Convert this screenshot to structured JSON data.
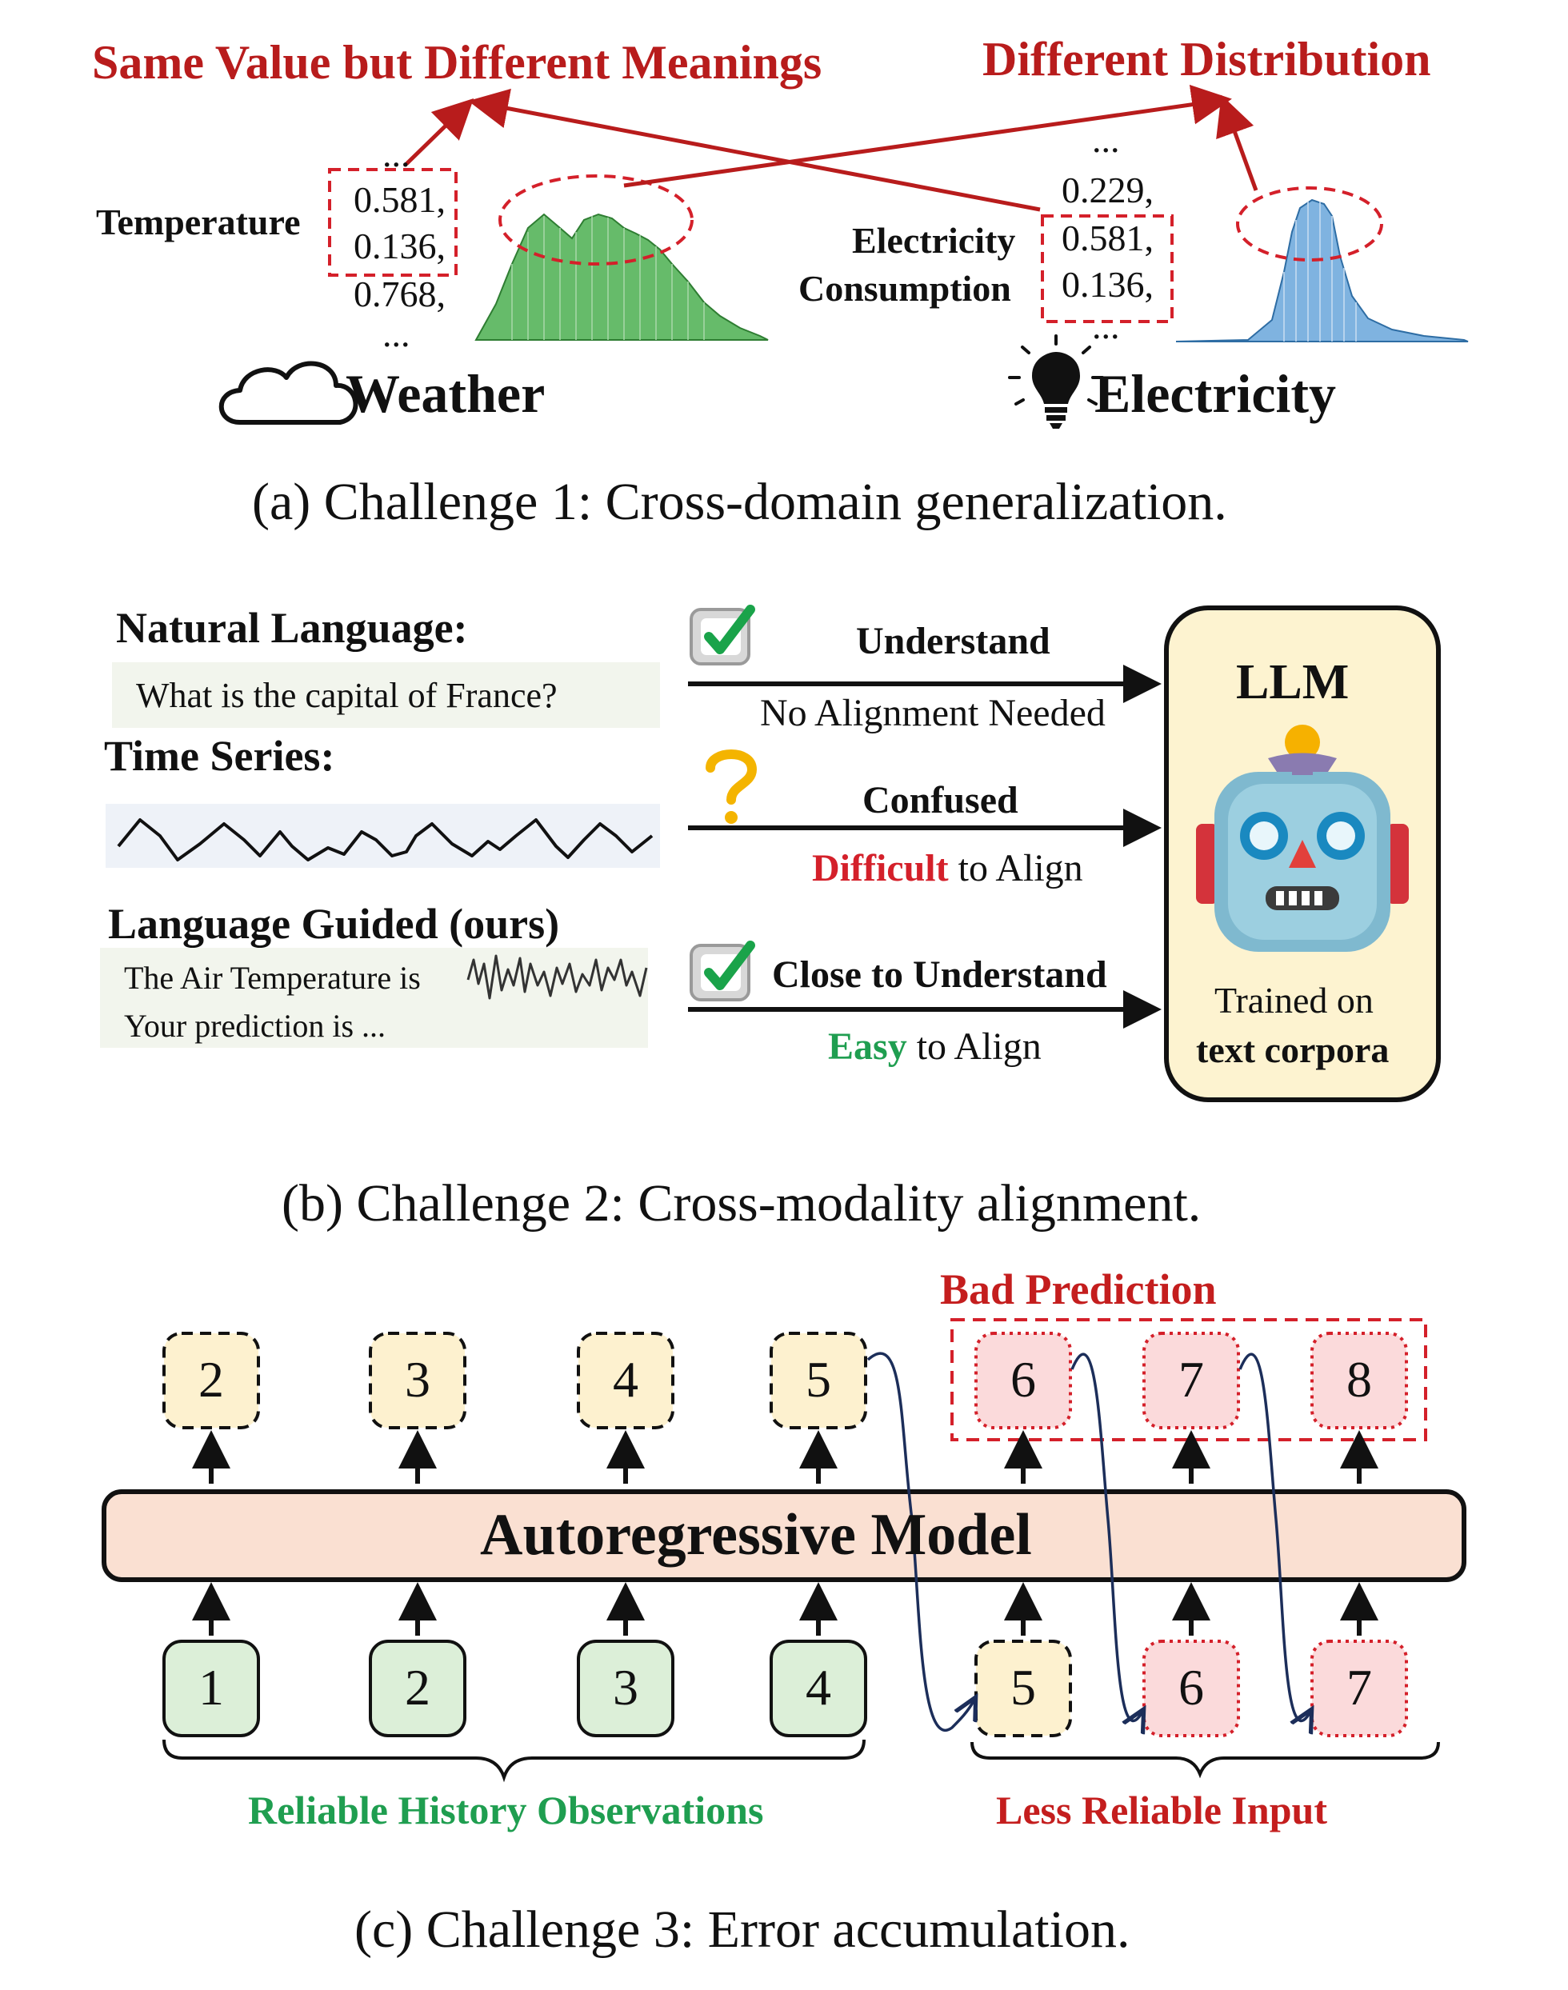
{
  "panel_a": {
    "left_title": "Same Value but Different Meanings",
    "right_title": "Different Distribution",
    "weather": {
      "label": "Temperature",
      "ellipsis_top": "...",
      "values": [
        "0.581,",
        "0.136,",
        "0.768,"
      ],
      "ellipsis_bottom": "...",
      "domain": "Weather",
      "icon": "cloud-icon",
      "hist_color": "#4caf50"
    },
    "electricity": {
      "label_line1": "Electricity",
      "label_line2": "Consumption",
      "ellipsis_top": "...",
      "values": [
        "0.229,",
        "0.581,",
        "0.136,"
      ],
      "ellipsis_bottom": "...",
      "domain": "Electricity",
      "icon": "lightbulb-icon",
      "hist_color": "#5b9bd5"
    },
    "caption": "(a) Challenge 1: Cross-domain generalization."
  },
  "panel_b": {
    "natural_language": {
      "heading": "Natural Language:",
      "example": "What is the capital of France?",
      "status_icon": "checkmark-icon",
      "arrow_top": "Understand",
      "arrow_bottom": "No Alignment Needed"
    },
    "time_series": {
      "heading": "Time Series:",
      "status_icon": "question-mark-icon",
      "arrow_top": "Confused",
      "arrow_bottom_highlight": "Difficult",
      "arrow_bottom_rest": " to Align"
    },
    "language_guided": {
      "heading": "Language Guided (ours)",
      "line1": "The Air Temperature is",
      "line2": "Your prediction is ...",
      "status_icon": "checkmark-icon",
      "arrow_top": "Close to Understand",
      "arrow_bottom_highlight": "Easy",
      "arrow_bottom_rest": " to Align"
    },
    "llm_box": {
      "title": "LLM",
      "icon": "robot-icon",
      "line1": "Trained on",
      "line2": "text corpora"
    },
    "caption": "(b) Challenge 2: Cross-modality alignment."
  },
  "panel_c": {
    "bad_prediction_label": "Bad Prediction",
    "model_label": "Autoregressive Model",
    "outputs": [
      "2",
      "3",
      "4",
      "5",
      "6",
      "7",
      "8"
    ],
    "inputs": [
      "1",
      "2",
      "3",
      "4",
      "5",
      "6",
      "7"
    ],
    "reliable_label": "Reliable History Observations",
    "less_reliable_label": "Less Reliable Input",
    "caption": "(c) Challenge 3: Error accumulation."
  },
  "colors": {
    "title_red": "#b81c1c",
    "green_text": "#1f9e50",
    "red_text": "#d4202a",
    "llm_box_fill": "#fdf3d0",
    "model_fill": "#fae0d2",
    "green_box_fill": "#dcefd8",
    "yellow_box_fill": "#fdf1cf",
    "red_box_fill": "#fbdadb"
  }
}
